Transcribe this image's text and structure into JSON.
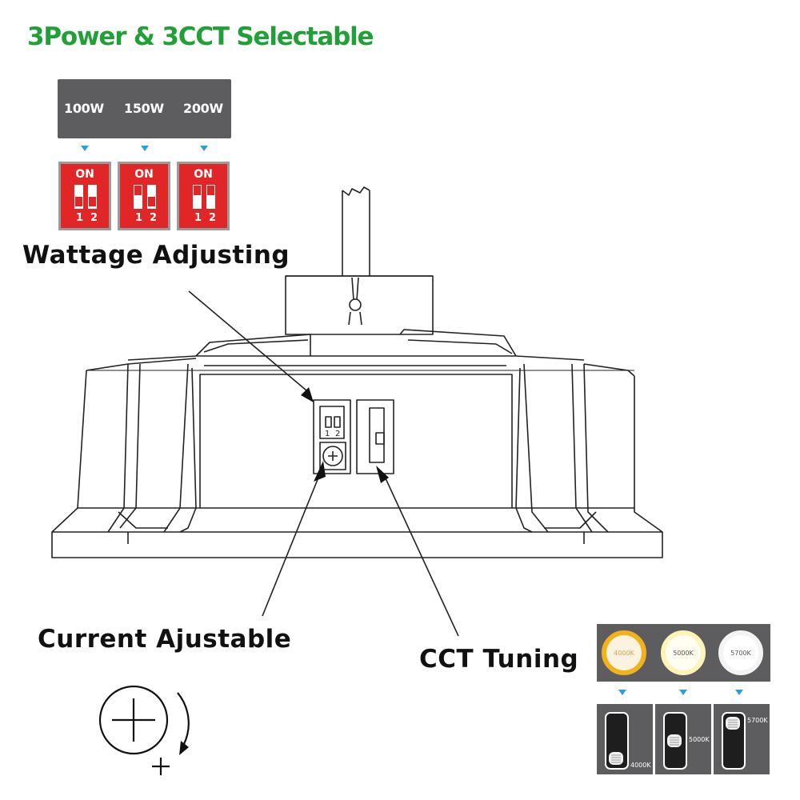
{
  "title": "3Power & 3CCT Selectable",
  "labels": {
    "wattage": "Wattage Adjusting",
    "current": "Current Ajustable",
    "cct": "CCT Tuning"
  },
  "wattage_options": [
    "100W",
    "150W",
    "200W"
  ],
  "dip_switch": {
    "on": "ON",
    "numbers": [
      "1",
      "2"
    ],
    "device_numbers": [
      "1",
      "2"
    ]
  },
  "cct_options": [
    "4000K",
    "5000K",
    "5700K"
  ],
  "colors": {
    "title_green": "#21a038",
    "dip_red": "#e02626",
    "panel_gray": "#5d5d5f",
    "pointer_blue": "#2a9fd8",
    "warm_ring": "#f2b21c",
    "neutral_ring": "#fff7c8",
    "cool_ring": "#ffffff"
  }
}
